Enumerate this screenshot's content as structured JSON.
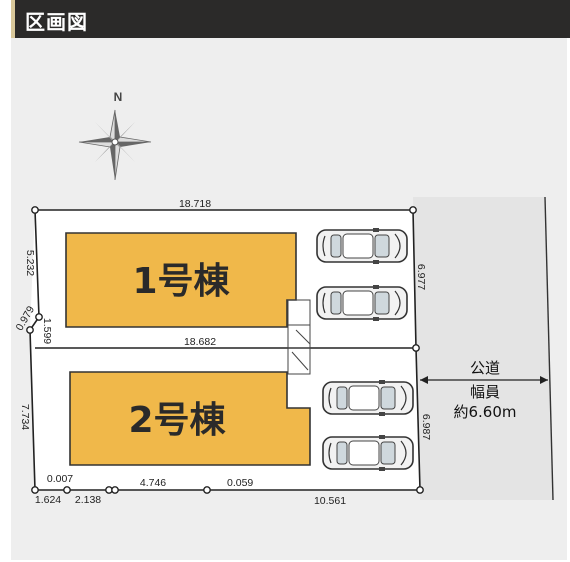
{
  "header": {
    "title": "区画図"
  },
  "compass": {
    "north_label": "N"
  },
  "buildings": [
    {
      "label": "1号棟",
      "color": "#f0b84a"
    },
    {
      "label": "2号棟",
      "color": "#f0b84a"
    }
  ],
  "dimensions": {
    "top": "18.718",
    "middle": "18.682",
    "bottom_right": "10.561",
    "left_upper": "5.232",
    "left_lower": "7.734",
    "left_small_a": "0.979",
    "left_small_b": "1.599",
    "right_upper": "6.977",
    "right_lower": "6.987",
    "bottom_a": "0.007",
    "bottom_b": "1.624",
    "bottom_c": "2.138",
    "bottom_d": "4.746",
    "bottom_e": "0.059"
  },
  "road": {
    "line1": "公道",
    "line2": "幅員",
    "line3": "約6.60m"
  },
  "colors": {
    "header_bg": "#2b2a29",
    "panel_bg": "#eeeeee",
    "lot_bg": "#ffffff",
    "building": "#f0b84a"
  }
}
